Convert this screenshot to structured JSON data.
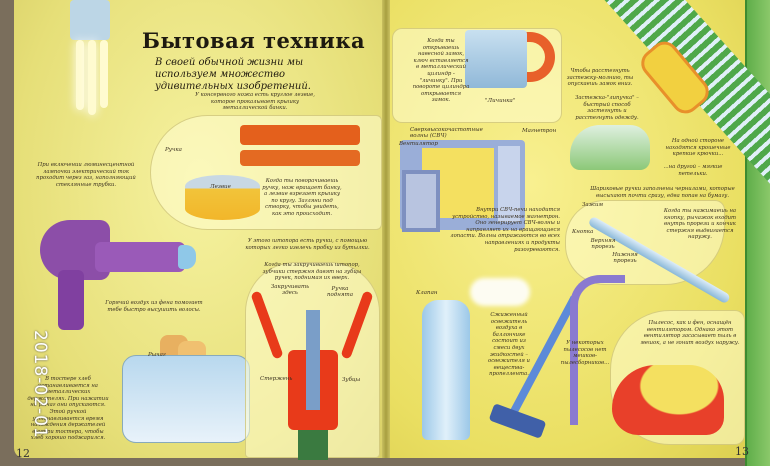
{
  "title": "Бытовая техника",
  "intro": "В своей обычной жизни мы используем множество удивительных изобретений.",
  "left_page": {
    "page_number": "12",
    "can_opener_blade": "У консервного ножа есть круглое лезвие, которое прокалывает крышку металлической банки.",
    "label_handle": "Ручка",
    "label_blade": "Лезвие",
    "can_opener_turn": "Когда ты поворачиваешь ручку, нож вращает банку, а лезвие взрезает крышку по кругу. Загляни под створку, чтобы увидеть, как это происходит.",
    "lamp": "При включении люминесцентной лампочки электрический ток проходит через газ, наполняющий стеклянные трубки.",
    "hairdryer": "Горячий воздух из фена помогает тебе быстро высушить волосы.",
    "corkscrew_intro": "У этого штопора есть ручки, с помощью которых легко извлечь пробку из бутылки.",
    "corkscrew_turn": "Когда ты закручиваешь штопор, зубчики стержня давят на зубцы ручек, поднимая их вверх.",
    "label_twist_here": "Закручивать здесь",
    "label_handle_raised": "Ручка поднята",
    "label_rod": "Стержень",
    "label_teeth": "Зубцы",
    "label_lever": "Рычаг",
    "toaster": "В тостере хлеб устанавливается на металлических держателях. При нажатии на рычаг они опускаются. Этой ручкой устанавливается время нахождения держателей внутри тостера, чтобы хлеб хорошо поджарился."
  },
  "right_page": {
    "page_number": "13",
    "padlock": "Когда ты открываешь навесной замок, ключ вставляется в металлический цилиндр - \"личинку\". При повороте цилиндра открывается замок.",
    "label_cylinder": "\"Личинка\"",
    "zipper": "Чтобы расстегнуть застежку-молнию, ты опускаешь замок вниз.",
    "velcro": "Застежка-\"липучка\" – быстрый способ застегнуть и расстегнуть одежду.",
    "velcro_hooks": "На одной стороне находятся крошечные крепкие крючки...",
    "velcro_loops": "...на другой – мягкие петельки.",
    "label_microwaves": "Сверхвысокочастотные волны (СВЧ)",
    "label_magnetron": "Магнетрон",
    "label_fan": "Вентилятор",
    "microwave": "Внутри СВЧ-печи находится устройство, называемое магнетрон. Оно генерирует СВЧ-волны и направляет их на вращающиеся лопасти. Волны отражаются во всех направлениях и продукты разогреваются.",
    "ballpoint": "Шариковые ручки заполнены чернилами, которые высыхают почти сразу, едва попав на бумагу.",
    "label_clip": "Зажим",
    "label_button": "Кнопка",
    "label_upper_slot": "Верхняя прорезь",
    "label_lower_slot": "Нижняя прорезь",
    "pen_press": "Когда ты нажимаешь на кнопку, рычажок входит внутрь прорези и кончик стержня выдвигается наружу.",
    "label_valve": "Клапан",
    "air_freshener": "Сжиженный освежитель воздуха в баллончике состоит из смеси двух жидкостей – освежителя и вещества-пропеллента.",
    "bagless": "У некоторых пылесосов нет мешков-пылесборников...",
    "vacuum": "Пылесос, как и фен, оснащён вентилятором. Однако этот вентилятор засасывает пыль в мешок, а не гонит воздух наружу."
  },
  "photo_date_stamp": "2018-02-01"
}
